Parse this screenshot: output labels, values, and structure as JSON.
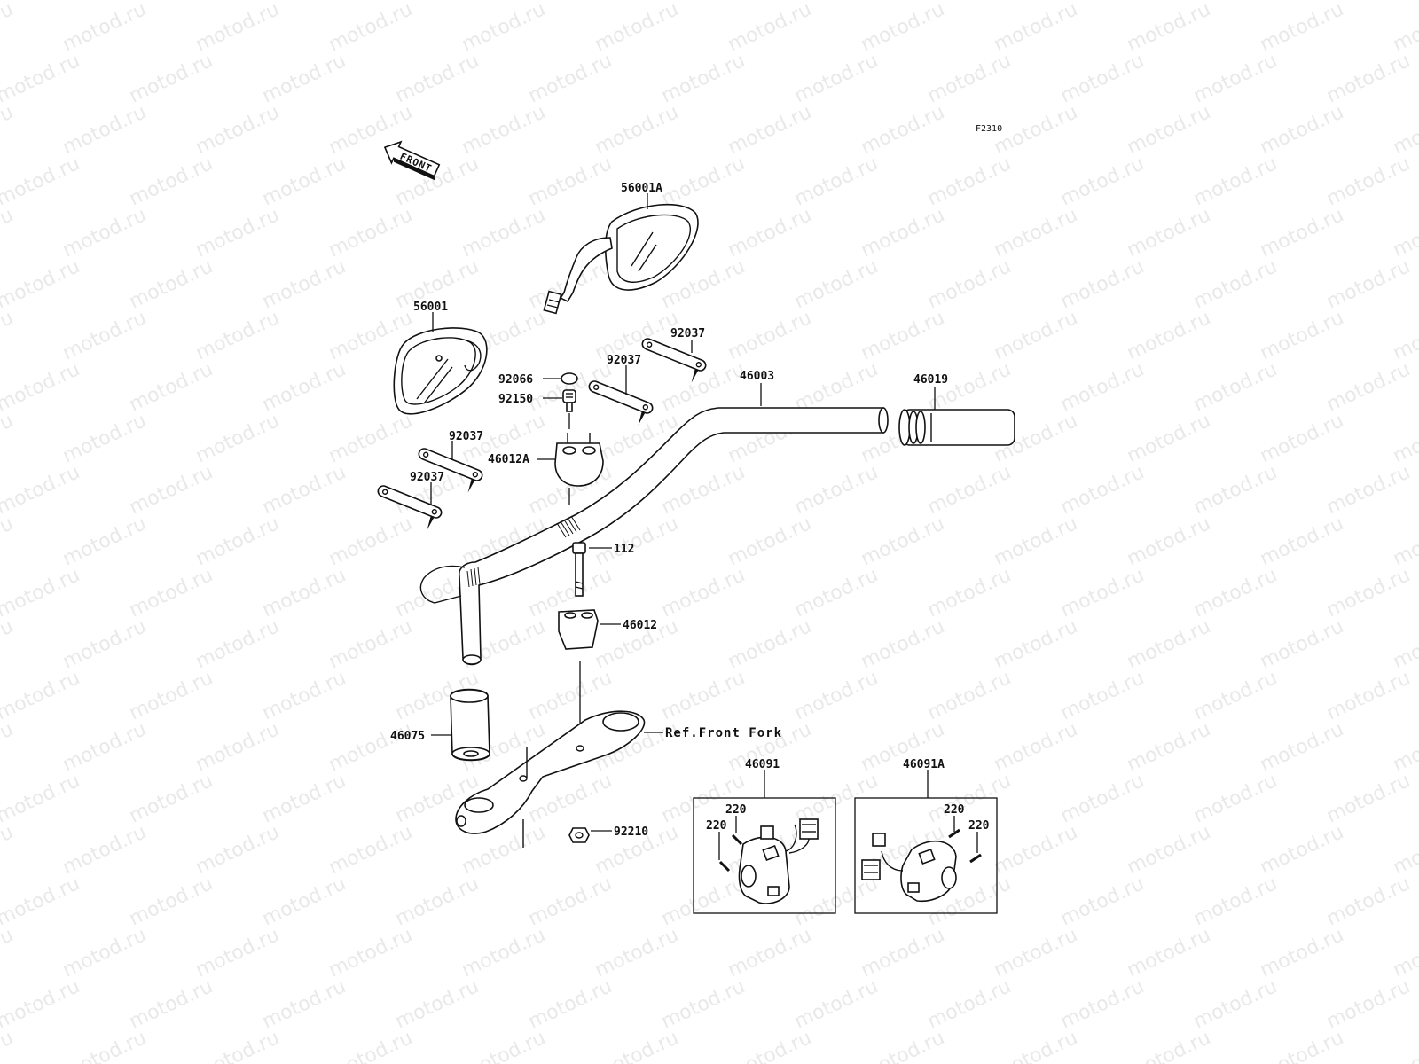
{
  "figure_code": "F2310",
  "watermark": "motod.ru",
  "front_label": "FRONT",
  "reference_label": "Ref.Front Fork",
  "parts": {
    "mirror_right": "56001A",
    "mirror_left": "56001",
    "clamp_plate_1": "92037",
    "clamp_plate_2": "92037",
    "clamp_plate_3": "92037",
    "clamp_plate_4": "92037",
    "cap": "92066",
    "bolt_small": "92150",
    "holder_upper": "46012A",
    "handlebar": "46003",
    "grip_throttle": "46019",
    "bolt_long": "112",
    "holder_lower": "46012",
    "grip_left": "46075",
    "nut": "92210",
    "switch_left": "46091",
    "switch_left_screw_1": "220",
    "switch_left_screw_2": "220",
    "switch_right": "46091A",
    "switch_right_screw_1": "220",
    "switch_right_screw_2": "220"
  }
}
